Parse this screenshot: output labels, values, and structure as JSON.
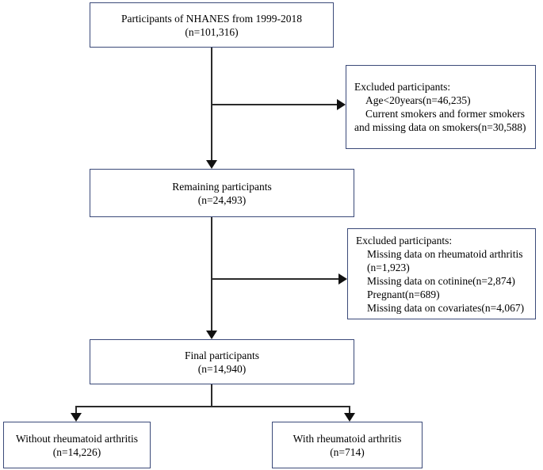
{
  "diagram": {
    "title": "NHANES participant selection flowchart",
    "colors": {
      "box_border": "#3b4a79",
      "connector": "#2b2b2b",
      "arrow": "#111111",
      "background": "#ffffff",
      "text": "#000000"
    },
    "boxes": {
      "source_population": {
        "line1": "Participants of NHANES from 1999-2018",
        "line2": "(n=101,316)"
      },
      "exclusion_one": {
        "line1": "Excluded participants:",
        "line2": "Age<20years(n=46,235)",
        "line3": "Current smokers and former smokers",
        "line4": "and missing data on smokers(n=30,588)"
      },
      "remaining_participants": {
        "line1": "Remaining participants",
        "line2": "(n=24,493)"
      },
      "exclusion_two": {
        "line1": "Excluded participants:",
        "line2": "Missing data on rheumatoid arthritis",
        "line3": "(n=1,923)",
        "line4": "Missing data on cotinine(n=2,874)",
        "line5": "Pregnant(n=689)",
        "line6": "Missing data on covariates(n=4,067)"
      },
      "final_participants": {
        "line1": "Final participants",
        "line2": "(n=14,940)"
      },
      "outcome_without_ra": {
        "line1": "Without rheumatoid arthritis",
        "line2": "(n=14,226)"
      },
      "outcome_with_ra": {
        "line1": "With rheumatoid arthritis",
        "line2": "(n=714)"
      }
    }
  }
}
